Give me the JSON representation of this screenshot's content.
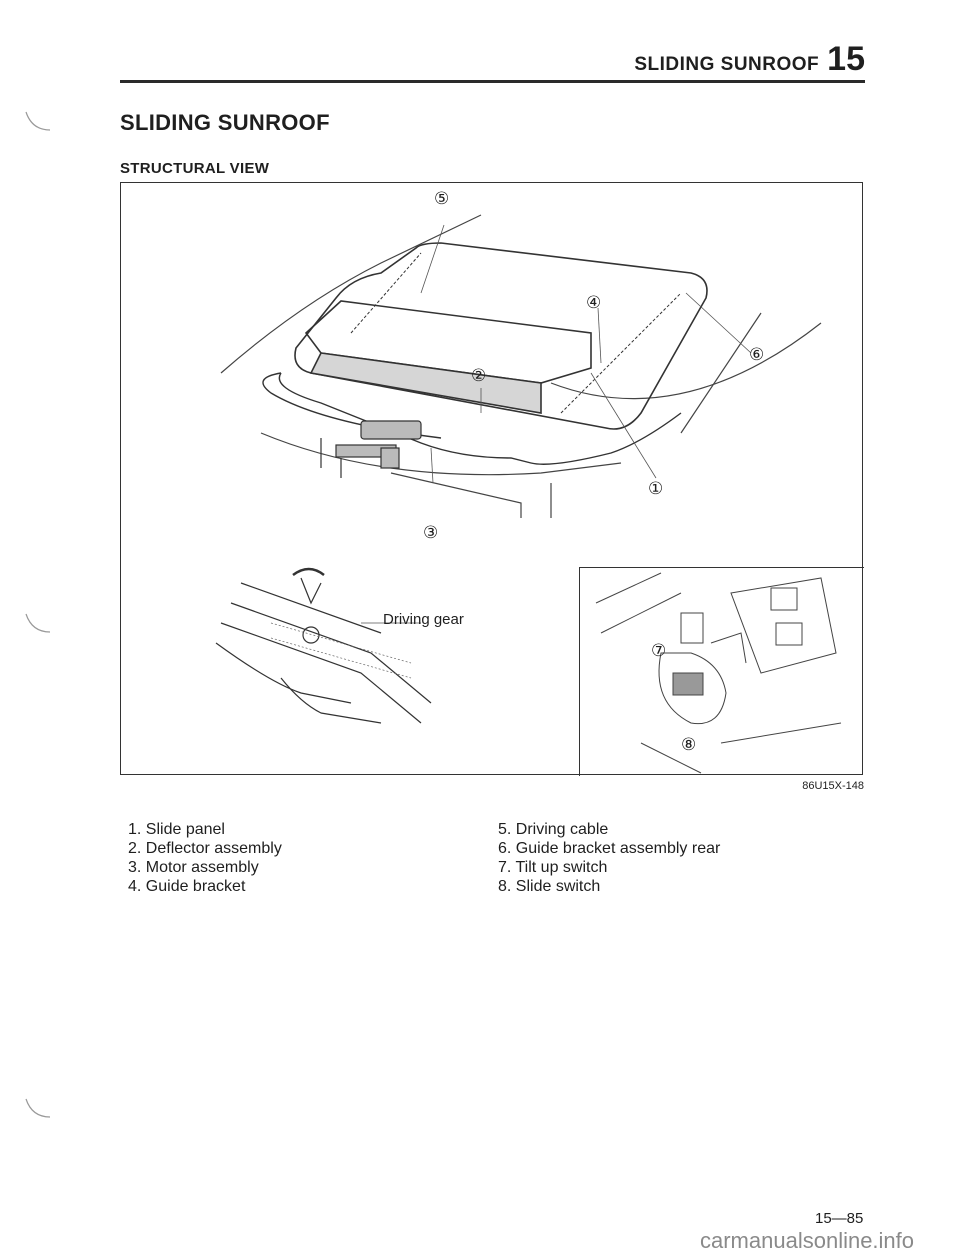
{
  "header": {
    "section_title": "SLIDING SUNROOF",
    "section_number": "15"
  },
  "title": "SLIDING SUNROOF",
  "subtitle": "STRUCTURAL VIEW",
  "figure": {
    "callouts": [
      "①",
      "②",
      "③",
      "④",
      "⑤",
      "⑥",
      "⑦",
      "⑧"
    ],
    "driving_gear_label": "Driving gear",
    "code": "86U15X-148"
  },
  "legend": {
    "left": [
      "1. Slide panel",
      "2. Deflector assembly",
      "3. Motor assembly",
      "4. Guide bracket"
    ],
    "right": [
      "5. Driving cable",
      "6. Guide bracket assembly rear",
      "7. Tilt up switch",
      "8. Slide switch"
    ]
  },
  "page_number": "15—85",
  "watermark": "carmanualsonline.info"
}
